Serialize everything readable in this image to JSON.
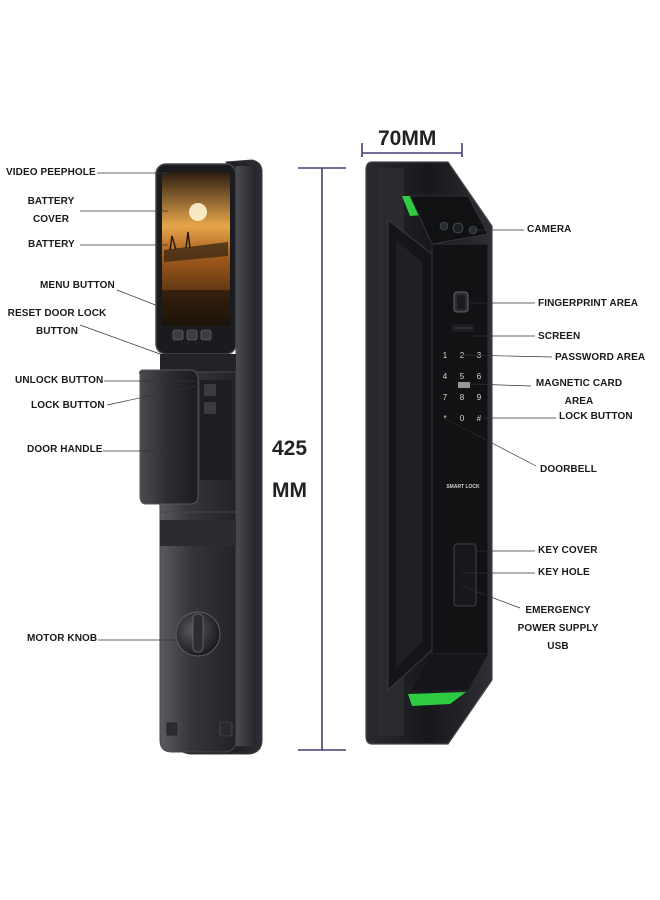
{
  "colors": {
    "lock_body": "#1c1d20",
    "lock_edge": "#3a3b40",
    "accent_green": "#2fd646",
    "dimension_line": "#4a3a78",
    "screen_warm": "#d98a2a"
  },
  "dimensions": {
    "width_label": "70MM",
    "height_value": "425",
    "height_unit": "MM"
  },
  "left_labels": {
    "video_peephole": "VIDEO PEEPHOLE",
    "battery_cover": [
      "BATTERY",
      "COVER"
    ],
    "battery": "BATTERY",
    "menu_button": "MENU BUTTON",
    "reset_button": [
      "RESET DOOR LOCK",
      "BUTTON"
    ],
    "unlock_button": "UNLOCK BUTTON",
    "lock_button": "LOCK BUTTON",
    "door_handle": "DOOR HANDLE",
    "motor_knob": "MOTOR KNOB"
  },
  "right_labels": {
    "camera": "CAMERA",
    "fingerprint_area": "FINGERPRINT AREA",
    "screen": "SCREEN",
    "password_area": "PASSWORD AREA",
    "magnetic_card_area": [
      "MAGNETIC CARD",
      "AREA"
    ],
    "lock_button": "LOCK BUTTON",
    "doorbell": "DOORBELL",
    "key_cover": "KEY COVER",
    "key_hole": "KEY HOLE",
    "emergency_power": [
      "EMERGENCY",
      "POWER SUPPLY",
      "USB"
    ]
  },
  "device": {
    "brand_text": "SMART LOCK",
    "keypad_keys": [
      "1",
      "2",
      "3",
      "4",
      "5",
      "6",
      "7",
      "8",
      "9",
      "*",
      "0",
      "#"
    ]
  },
  "icons": [
    "back-panel-illustration",
    "front-panel-illustration",
    "fingerprint-sensor-icon",
    "camera-lens-icon",
    "motor-knob-icon",
    "key-cover-icon"
  ]
}
